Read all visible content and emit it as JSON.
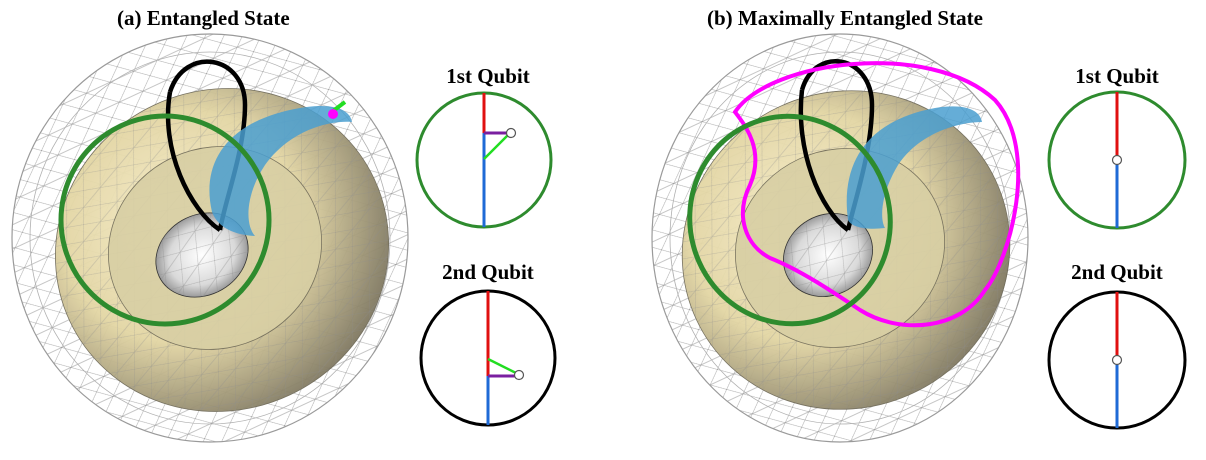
{
  "panels": [
    {
      "title": "(a) Entangled State",
      "qubit1_label": "1st Qubit",
      "qubit2_label": "2nd Qubit"
    },
    {
      "title": "(b) Maximally Entangled State",
      "qubit1_label": "1st Qubit",
      "qubit2_label": "2nd Qubit"
    }
  ],
  "colors": {
    "torus_fill": "#e8dcae",
    "torus_shade": "#8a826a",
    "wireframe": "#9a9a9a",
    "green_ring": "#2e8b2e",
    "black_loop": "#000000",
    "blue_band": "#4a9fd0",
    "magenta_curve": "#ff00ff",
    "red_axis": "#e01010",
    "blue_axis": "#1f6ad6",
    "purple_segment": "#7a1fa0",
    "green_segment": "#22dd22"
  }
}
